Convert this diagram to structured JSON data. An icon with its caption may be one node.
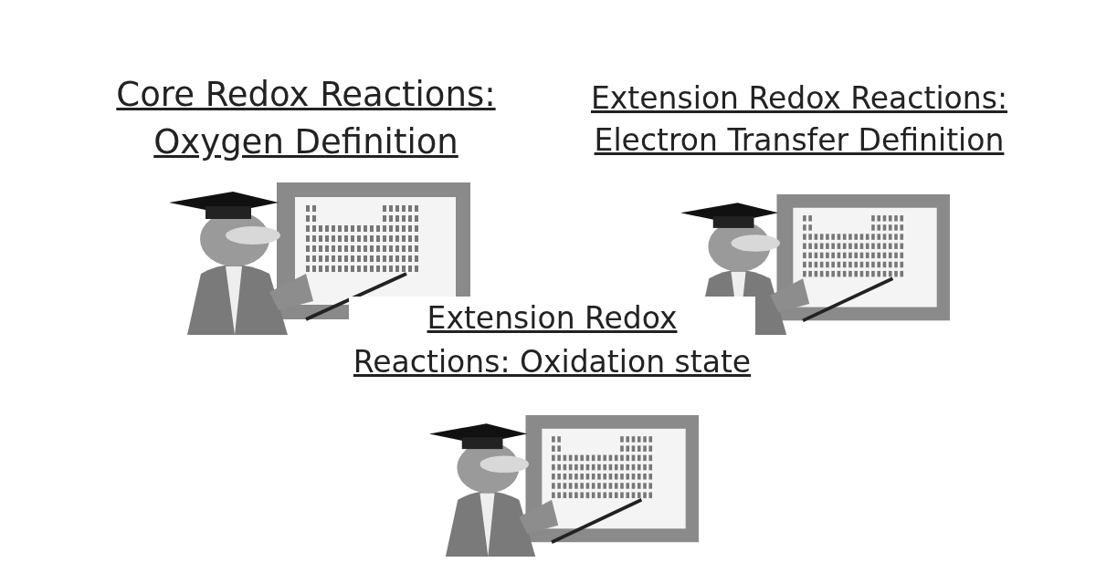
{
  "diagram": {
    "labels": [
      "Core Redox Reactions: Oxygen Definition",
      "Extension Redox Reactions: Electron Transfer Definition",
      "Extension Redox Reactions: Oxidation state"
    ]
  }
}
